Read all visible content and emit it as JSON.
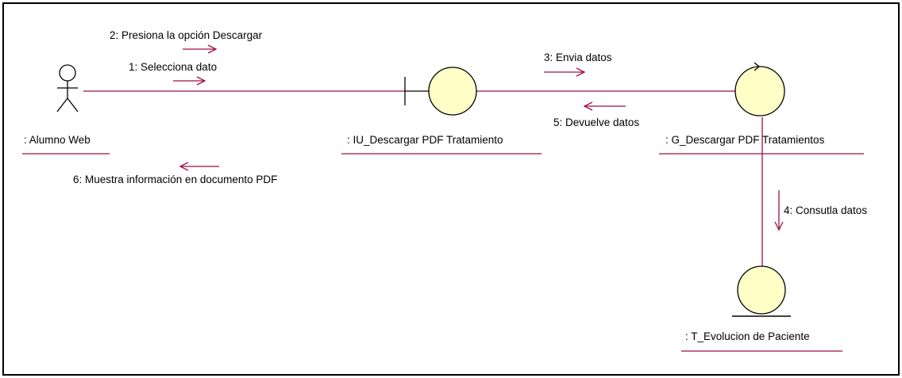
{
  "colors": {
    "line": "#9e0e4a",
    "fill": "#ffffc8",
    "outline": "#000000",
    "border": "#000000",
    "background": "#ffffff"
  },
  "objects": {
    "actor": ": Alumno Web",
    "boundary": ": IU_Descargar PDF Tratamiento",
    "control": ": G_Descargar PDF Tratamientos",
    "entity": ": T_Evolucion de Paciente"
  },
  "messages": {
    "m1": "1: Selecciona dato",
    "m2": "2: Presiona la opción Descargar",
    "m3": "3: Envia datos",
    "m4": "4: Consutla datos",
    "m5": "5: Devuelve datos",
    "m6": "6: Muestra información en documento PDF"
  }
}
